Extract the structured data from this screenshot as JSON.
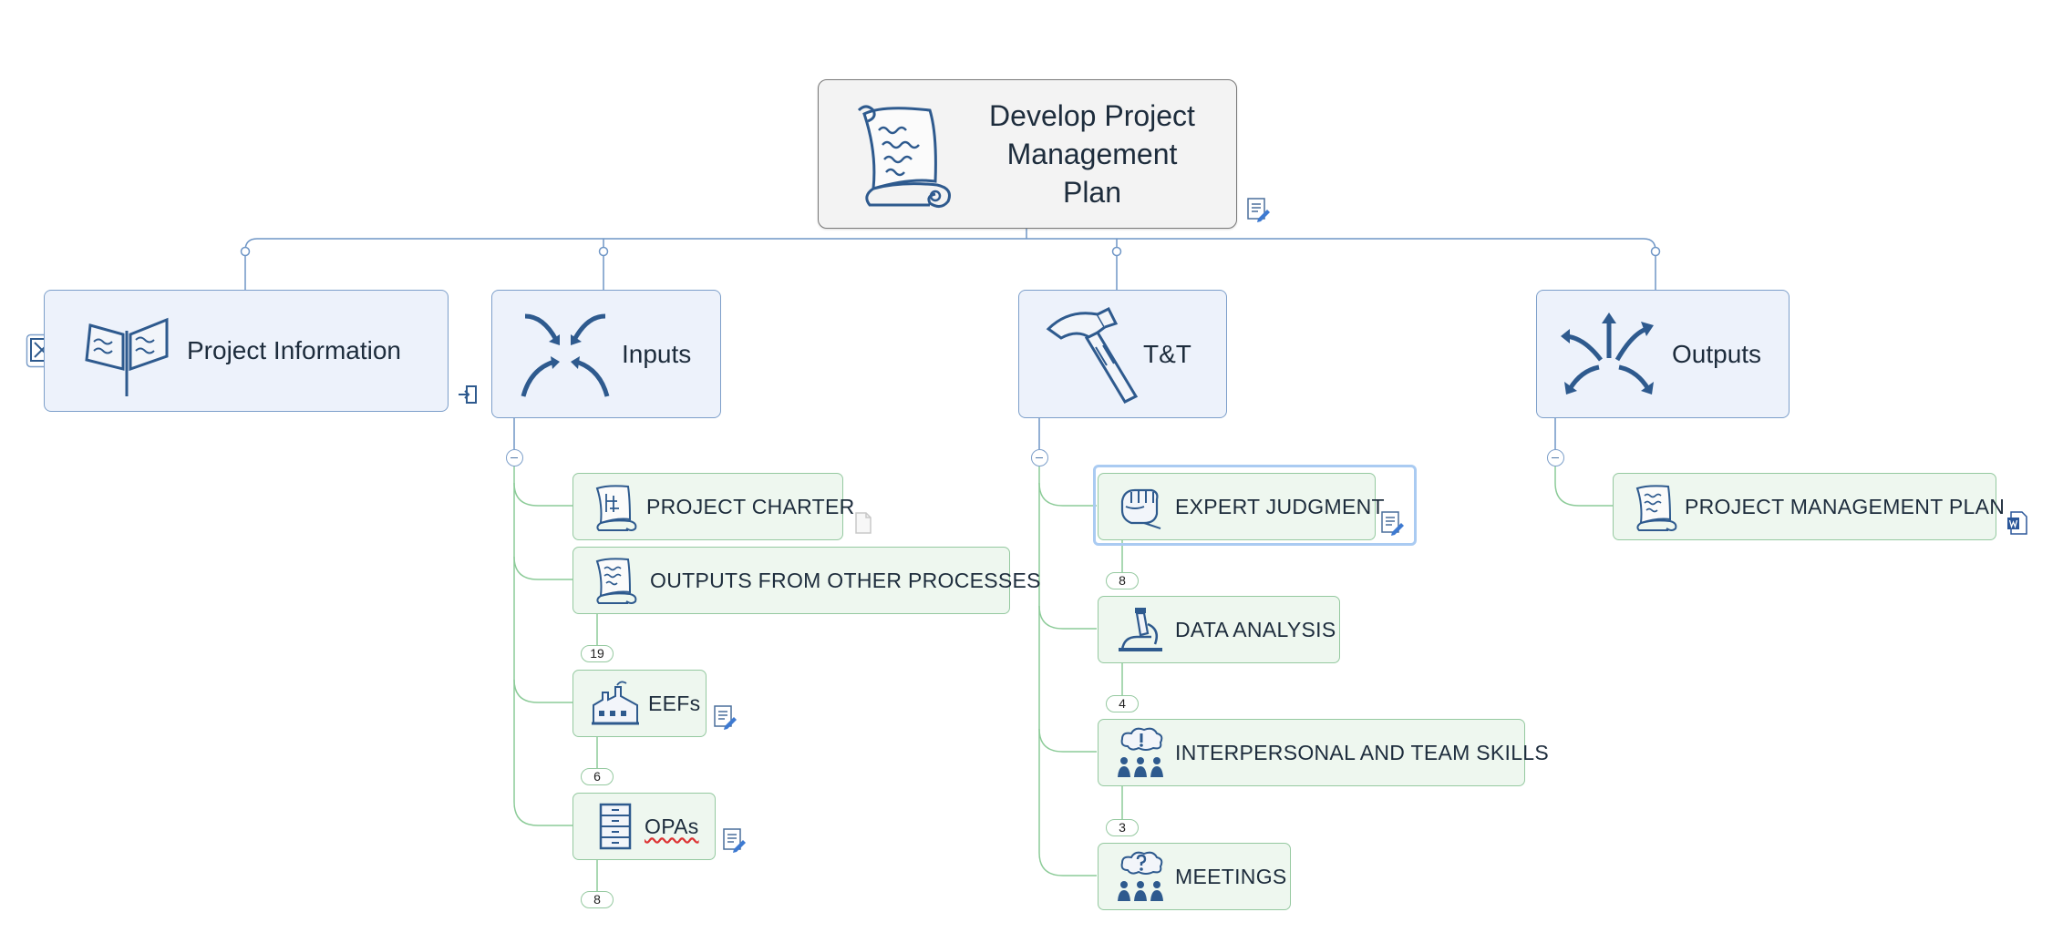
{
  "root": {
    "title": "Develop Project Management Plan"
  },
  "main_topics": [
    {
      "label": "Project Information"
    },
    {
      "label": "Inputs"
    },
    {
      "label": "T&T"
    },
    {
      "label": "Outputs"
    }
  ],
  "inputs": [
    {
      "label": "PROJECT CHARTER"
    },
    {
      "label": "OUTPUTS FROM OTHER PROCESSES",
      "count": "19"
    },
    {
      "label": "EEFs",
      "count": "6"
    },
    {
      "label": "OPAs",
      "count": "8"
    }
  ],
  "tools_techniques": [
    {
      "label": "EXPERT JUDGMENT",
      "count": "8"
    },
    {
      "label": "DATA ANALYSIS",
      "count": "4"
    },
    {
      "label": "INTERPERSONAL AND TEAM SKILLS",
      "count": "3"
    },
    {
      "label": "MEETINGS"
    }
  ],
  "outputs": [
    {
      "label": "PROJECT MANAGEMENT PLAN"
    }
  ],
  "colors": {
    "root_fill": "#f3f3f3",
    "main_fill": "#edf2fb",
    "main_border": "#7d9fca",
    "sub_fill": "#eef7ef",
    "sub_border": "#95c9a0",
    "icon_blue": "#2e5a8e"
  }
}
